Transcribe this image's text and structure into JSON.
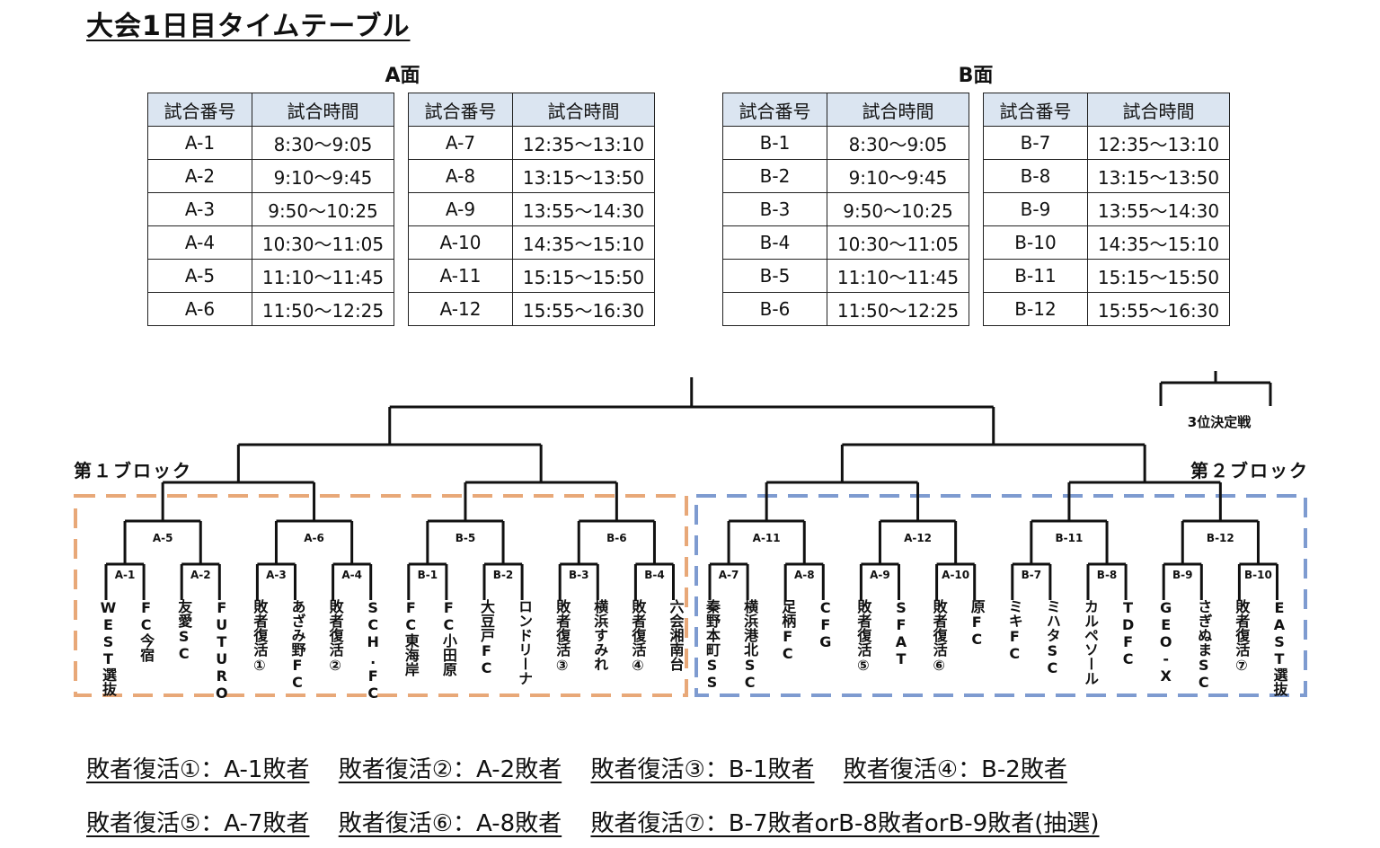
{
  "title": "大会1日目タイムテーブル",
  "courts": {
    "a": {
      "label": "A面",
      "header": [
        "試合番号",
        "試合時間"
      ],
      "left": [
        [
          "A-1",
          "8:30〜9:05"
        ],
        [
          "A-2",
          "9:10〜9:45"
        ],
        [
          "A-3",
          "9:50〜10:25"
        ],
        [
          "A-4",
          "10:30〜11:05"
        ],
        [
          "A-5",
          "11:10〜11:45"
        ],
        [
          "A-6",
          "11:50〜12:25"
        ]
      ],
      "right": [
        [
          "A-7",
          "12:35〜13:10"
        ],
        [
          "A-8",
          "13:15〜13:50"
        ],
        [
          "A-9",
          "13:55〜14:30"
        ],
        [
          "A-10",
          "14:35〜15:10"
        ],
        [
          "A-11",
          "15:15〜15:50"
        ],
        [
          "A-12",
          "15:55〜16:30"
        ]
      ]
    },
    "b": {
      "label": "B面",
      "header": [
        "試合番号",
        "試合時間"
      ],
      "left": [
        [
          "B-1",
          "8:30〜9:05"
        ],
        [
          "B-2",
          "9:10〜9:45"
        ],
        [
          "B-3",
          "9:50〜10:25"
        ],
        [
          "B-4",
          "10:30〜11:05"
        ],
        [
          "B-5",
          "11:10〜11:45"
        ],
        [
          "B-6",
          "11:50〜12:25"
        ]
      ],
      "right": [
        [
          "B-7",
          "12:35〜13:10"
        ],
        [
          "B-8",
          "13:15〜13:50"
        ],
        [
          "B-9",
          "13:55〜14:30"
        ],
        [
          "B-10",
          "14:35〜15:10"
        ],
        [
          "B-11",
          "15:15〜15:50"
        ],
        [
          "B-12",
          "15:55〜16:30"
        ]
      ]
    }
  },
  "bracket": {
    "third_place_label": "3位決定戦",
    "block1_label": "第１ブロック",
    "block2_label": "第２ブロック",
    "block1_color": "#e8a878",
    "block2_color": "#7e9bd0",
    "round1_matches": [
      "A-1",
      "A-2",
      "A-3",
      "A-4",
      "B-1",
      "B-2",
      "B-3",
      "B-4",
      "A-7",
      "A-8",
      "A-9",
      "A-10",
      "B-7",
      "B-8",
      "B-9",
      "B-10"
    ],
    "round2_matches": [
      "A-5",
      "A-6",
      "B-5",
      "B-6",
      "A-11",
      "A-12",
      "B-11",
      "B-12"
    ],
    "teams": [
      "WEST選抜",
      "FC今宿",
      "友愛SC",
      "FUTURO",
      "敗者復活①",
      "あざみ野FC",
      "敗者復活②",
      "SCH.FC",
      "FC東海岸",
      "FC小田原",
      "大豆戸FC",
      "ロンドリーナ",
      "敗者復活③",
      "横浜すみれ",
      "敗者復活④",
      "六会湘南台",
      "秦野本町SS",
      "横浜港北SC",
      "足柄FC",
      "CFG",
      "敗者復活⑤",
      "SFAT",
      "敗者復活⑥",
      "原FC",
      "ミキFC",
      "ミハタSC",
      "カルペソール",
      "TDFC",
      "GEO-X",
      "さぎぬまSC",
      "敗者復活⑦",
      "EAST選抜"
    ]
  },
  "legend": {
    "row1": [
      "敗者復活①：A-1敗者",
      "敗者復活②：A-2敗者",
      "敗者復活③：B-1敗者",
      "敗者復活④：B-2敗者"
    ],
    "row2": [
      "敗者復活⑤：A-7敗者",
      "敗者復活⑥：A-8敗者",
      "敗者復活⑦：B-7敗者orB-8敗者orB-9敗者(抽選)"
    ]
  }
}
